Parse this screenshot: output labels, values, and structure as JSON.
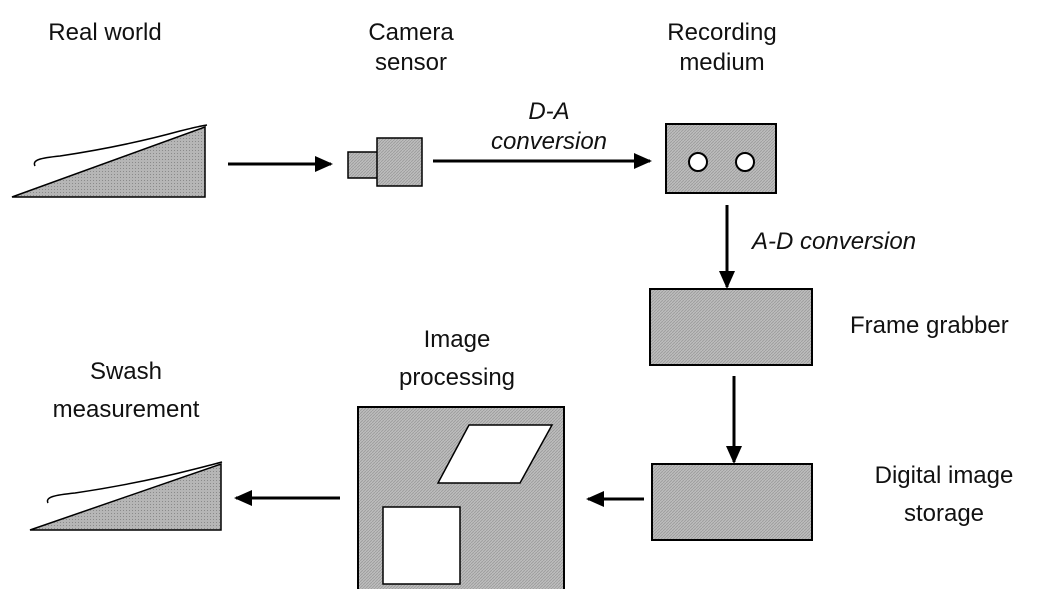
{
  "labels": {
    "real_world": "Real world",
    "camera_sensor": [
      "Camera",
      "sensor"
    ],
    "recording_medium": [
      "Recording",
      "medium"
    ],
    "d_a_conversion": [
      "D-A",
      "conversion"
    ],
    "a_d_conversion": "A-D conversion",
    "frame_grabber": "Frame grabber",
    "digital_image_storage": [
      "Digital image",
      "storage"
    ],
    "image_processing": [
      "Image",
      "processing"
    ],
    "swash_measurement": [
      "Swash",
      "measurement"
    ]
  },
  "colors": {
    "fill": "#b4b4b4",
    "stroke": "#000000",
    "text": "#111111",
    "background": "#ffffff",
    "white_shape": "#ffffff"
  },
  "icons": {
    "real_world": "beach-slope-icon",
    "camera": "camera-icon",
    "recording_medium": "cassette-icon",
    "swash": "beach-slope-icon"
  }
}
